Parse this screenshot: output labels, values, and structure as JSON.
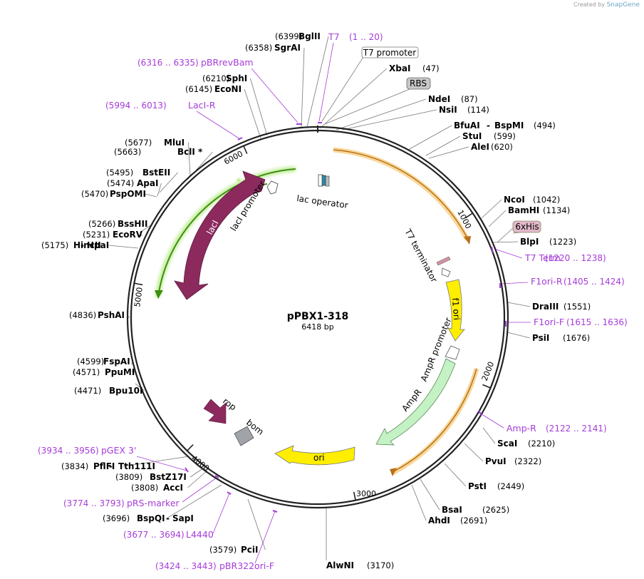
{
  "credit": {
    "prefix": "Created by",
    "brand": "SnapGene"
  },
  "plasmid": {
    "name": "pPBX1-318",
    "size": "6418 bp"
  },
  "ticks": [
    "1000",
    "2000",
    "3000",
    "4000",
    "5000",
    "6000"
  ],
  "features": {
    "lac_operator": "lac operator",
    "laci_promoter": "lacI promoter",
    "laci": "lacI",
    "t7_terminator": "T7 terminator",
    "f1_ori": "f1 ori",
    "ampr_promoter": "AmpR promoter",
    "ampr": "AmpR",
    "ori": "ori",
    "rop": "rop",
    "bom": "bom"
  },
  "boxed_labels": {
    "t7_promoter": "T7 promoter",
    "rbs": "RBS",
    "his6": "6xHis"
  },
  "enzymes": [
    {
      "id": "bglii",
      "name": "BglII",
      "pos": "(6399)"
    },
    {
      "id": "sgrai",
      "name": "SgrAI",
      "pos": "(6358)"
    },
    {
      "id": "sphi",
      "name": "SphI",
      "pos": "(6210)"
    },
    {
      "id": "econi",
      "name": "EcoNI",
      "pos": "(6145)"
    },
    {
      "id": "mlui",
      "name": "MluI",
      "pos": "(5677)"
    },
    {
      "id": "bcli",
      "name": "BclI *",
      "pos": "(5663)"
    },
    {
      "id": "bsteii",
      "name": "BstEII",
      "pos": "(5495)"
    },
    {
      "id": "apai",
      "name": "ApaI",
      "pos": "(5474)"
    },
    {
      "id": "pspomi",
      "name": "PspOMI",
      "pos": "(5470)"
    },
    {
      "id": "bsshii",
      "name": "BssHII",
      "pos": "(5266)"
    },
    {
      "id": "ecorv",
      "name": "EcoRV",
      "pos": "(5231)"
    },
    {
      "id": "hincii",
      "name": "HincII",
      "pos": "(5175)"
    },
    {
      "id": "hpai",
      "name": "HpaI",
      "pos": ""
    },
    {
      "id": "pshai",
      "name": "PshAI",
      "pos": "(4836)"
    },
    {
      "id": "fspai",
      "name": "FspAI",
      "pos": "(4599)"
    },
    {
      "id": "ppumi",
      "name": "PpuMI",
      "pos": "(4571)"
    },
    {
      "id": "bpu10i",
      "name": "Bpu10I",
      "pos": "(4471)"
    },
    {
      "id": "pflfi",
      "name": "PflFI",
      "pos": "(3834)"
    },
    {
      "id": "tth111i",
      "name": "Tth111I",
      "pos": ""
    },
    {
      "id": "bstz17i",
      "name": "BstZ17I",
      "pos": "(3809)"
    },
    {
      "id": "acci",
      "name": "AccI",
      "pos": "(3808)"
    },
    {
      "id": "bspqi",
      "name": "BspQI",
      "pos": "(3696)"
    },
    {
      "id": "sapi",
      "name": "SapI",
      "pos": ""
    },
    {
      "id": "pcii",
      "name": "PciI",
      "pos": "(3579)"
    },
    {
      "id": "alwni",
      "name": "AlwNI",
      "pos": "(3170)"
    },
    {
      "id": "xbai",
      "name": "XbaI",
      "pos": "(47)"
    },
    {
      "id": "ndei",
      "name": "NdeI",
      "pos": "(87)"
    },
    {
      "id": "nsii",
      "name": "NsiI",
      "pos": "(114)"
    },
    {
      "id": "bfuai",
      "name": "BfuAI",
      "pos": ""
    },
    {
      "id": "bspmi",
      "name": "BspMI",
      "pos": "(494)"
    },
    {
      "id": "stui",
      "name": "StuI",
      "pos": "(599)"
    },
    {
      "id": "alei",
      "name": "AleI",
      "pos": "(620)"
    },
    {
      "id": "ncoi",
      "name": "NcoI",
      "pos": "(1042)"
    },
    {
      "id": "bamhi",
      "name": "BamHI",
      "pos": "(1134)"
    },
    {
      "id": "blpi",
      "name": "BlpI",
      "pos": "(1223)"
    },
    {
      "id": "draiii",
      "name": "DraIII",
      "pos": "(1551)"
    },
    {
      "id": "psii",
      "name": "PsiI",
      "pos": "(1676)"
    },
    {
      "id": "scai",
      "name": "ScaI",
      "pos": "(2210)"
    },
    {
      "id": "pvui",
      "name": "PvuI",
      "pos": "(2322)"
    },
    {
      "id": "psti",
      "name": "PstI",
      "pos": "(2449)"
    },
    {
      "id": "bsai",
      "name": "BsaI",
      "pos": "(2625)"
    },
    {
      "id": "ahdi",
      "name": "AhdI",
      "pos": "(2691)"
    }
  ],
  "primers": [
    {
      "id": "t7",
      "name": "T7",
      "range": "(1 .. 20)"
    },
    {
      "id": "pbrrevbam",
      "name": "pBRrevBam",
      "range": "(6316 .. 6335)"
    },
    {
      "id": "laci_r",
      "name": "LacI-R",
      "range": "(5994 .. 6013)"
    },
    {
      "id": "t7_term",
      "name": "T7 Term",
      "range": "(1220 .. 1238)"
    },
    {
      "id": "f1ori_r",
      "name": "F1ori-R",
      "range": "(1405 .. 1424)"
    },
    {
      "id": "f1ori_f",
      "name": "F1ori-F",
      "range": "(1615 .. 1636)"
    },
    {
      "id": "amp_r",
      "name": "Amp-R",
      "range": "(2122 .. 2141)"
    },
    {
      "id": "pgex3",
      "name": "pGEX 3'",
      "range": "(3934 .. 3956)"
    },
    {
      "id": "prs_marker",
      "name": "pRS-marker",
      "range": "(3774 .. 3793)"
    },
    {
      "id": "l4440",
      "name": "L4440",
      "range": "(3677 .. 3694)"
    },
    {
      "id": "pbr322ori_f",
      "name": "pBR322ori-F",
      "range": "(3424 .. 3443)"
    }
  ],
  "colors": {
    "backbone": "#222222",
    "primer": "#a63cd8",
    "laci": "#8c2a5e",
    "green_arc": "#6fbf2a",
    "orange_arc": "#e8a33a",
    "f1_ori": "#ffee00",
    "ori": "#ffee00",
    "ampr": "#c4f2c4",
    "rop": "#8c2a5e",
    "bom": "#a0a4a8"
  }
}
